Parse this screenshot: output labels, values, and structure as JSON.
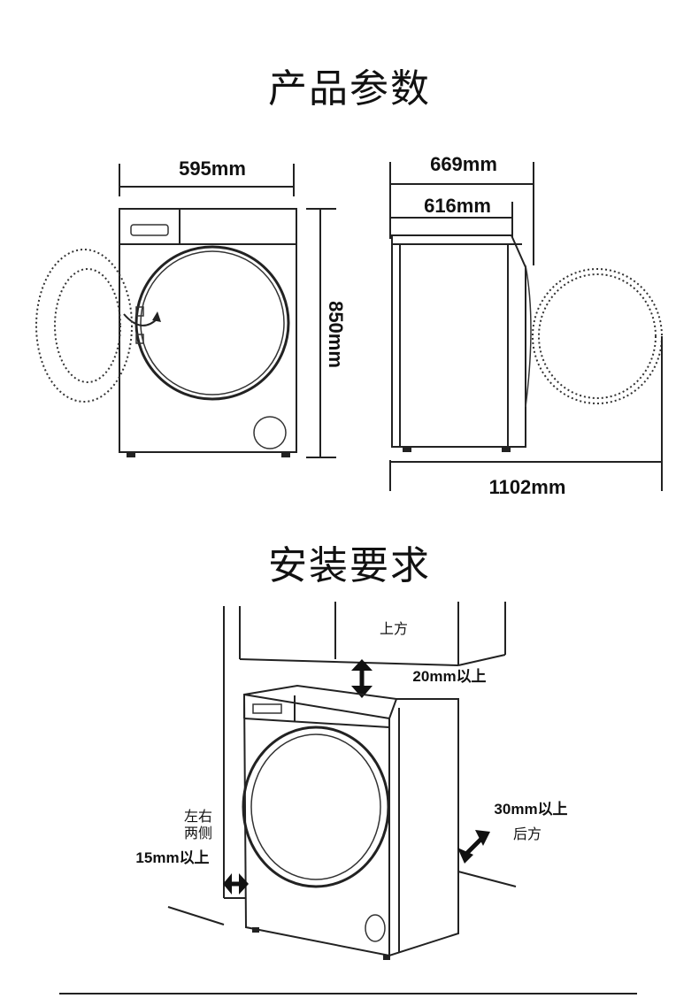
{
  "product_params": {
    "title": "产品参数",
    "front_view": {
      "width_label": "595mm",
      "height_label": "850mm"
    },
    "side_view": {
      "depth_total_label": "669mm",
      "depth_body_label": "616mm",
      "depth_door_open_label": "1102mm"
    }
  },
  "install_requirements": {
    "title": "安装要求",
    "top": {
      "label": "上方",
      "clearance": "20mm以上"
    },
    "back": {
      "clearance": "30mm以上",
      "label": "后方"
    },
    "sides": {
      "label_line1": "左右",
      "label_line2": "两侧",
      "clearance": "15mm以上"
    }
  }
}
